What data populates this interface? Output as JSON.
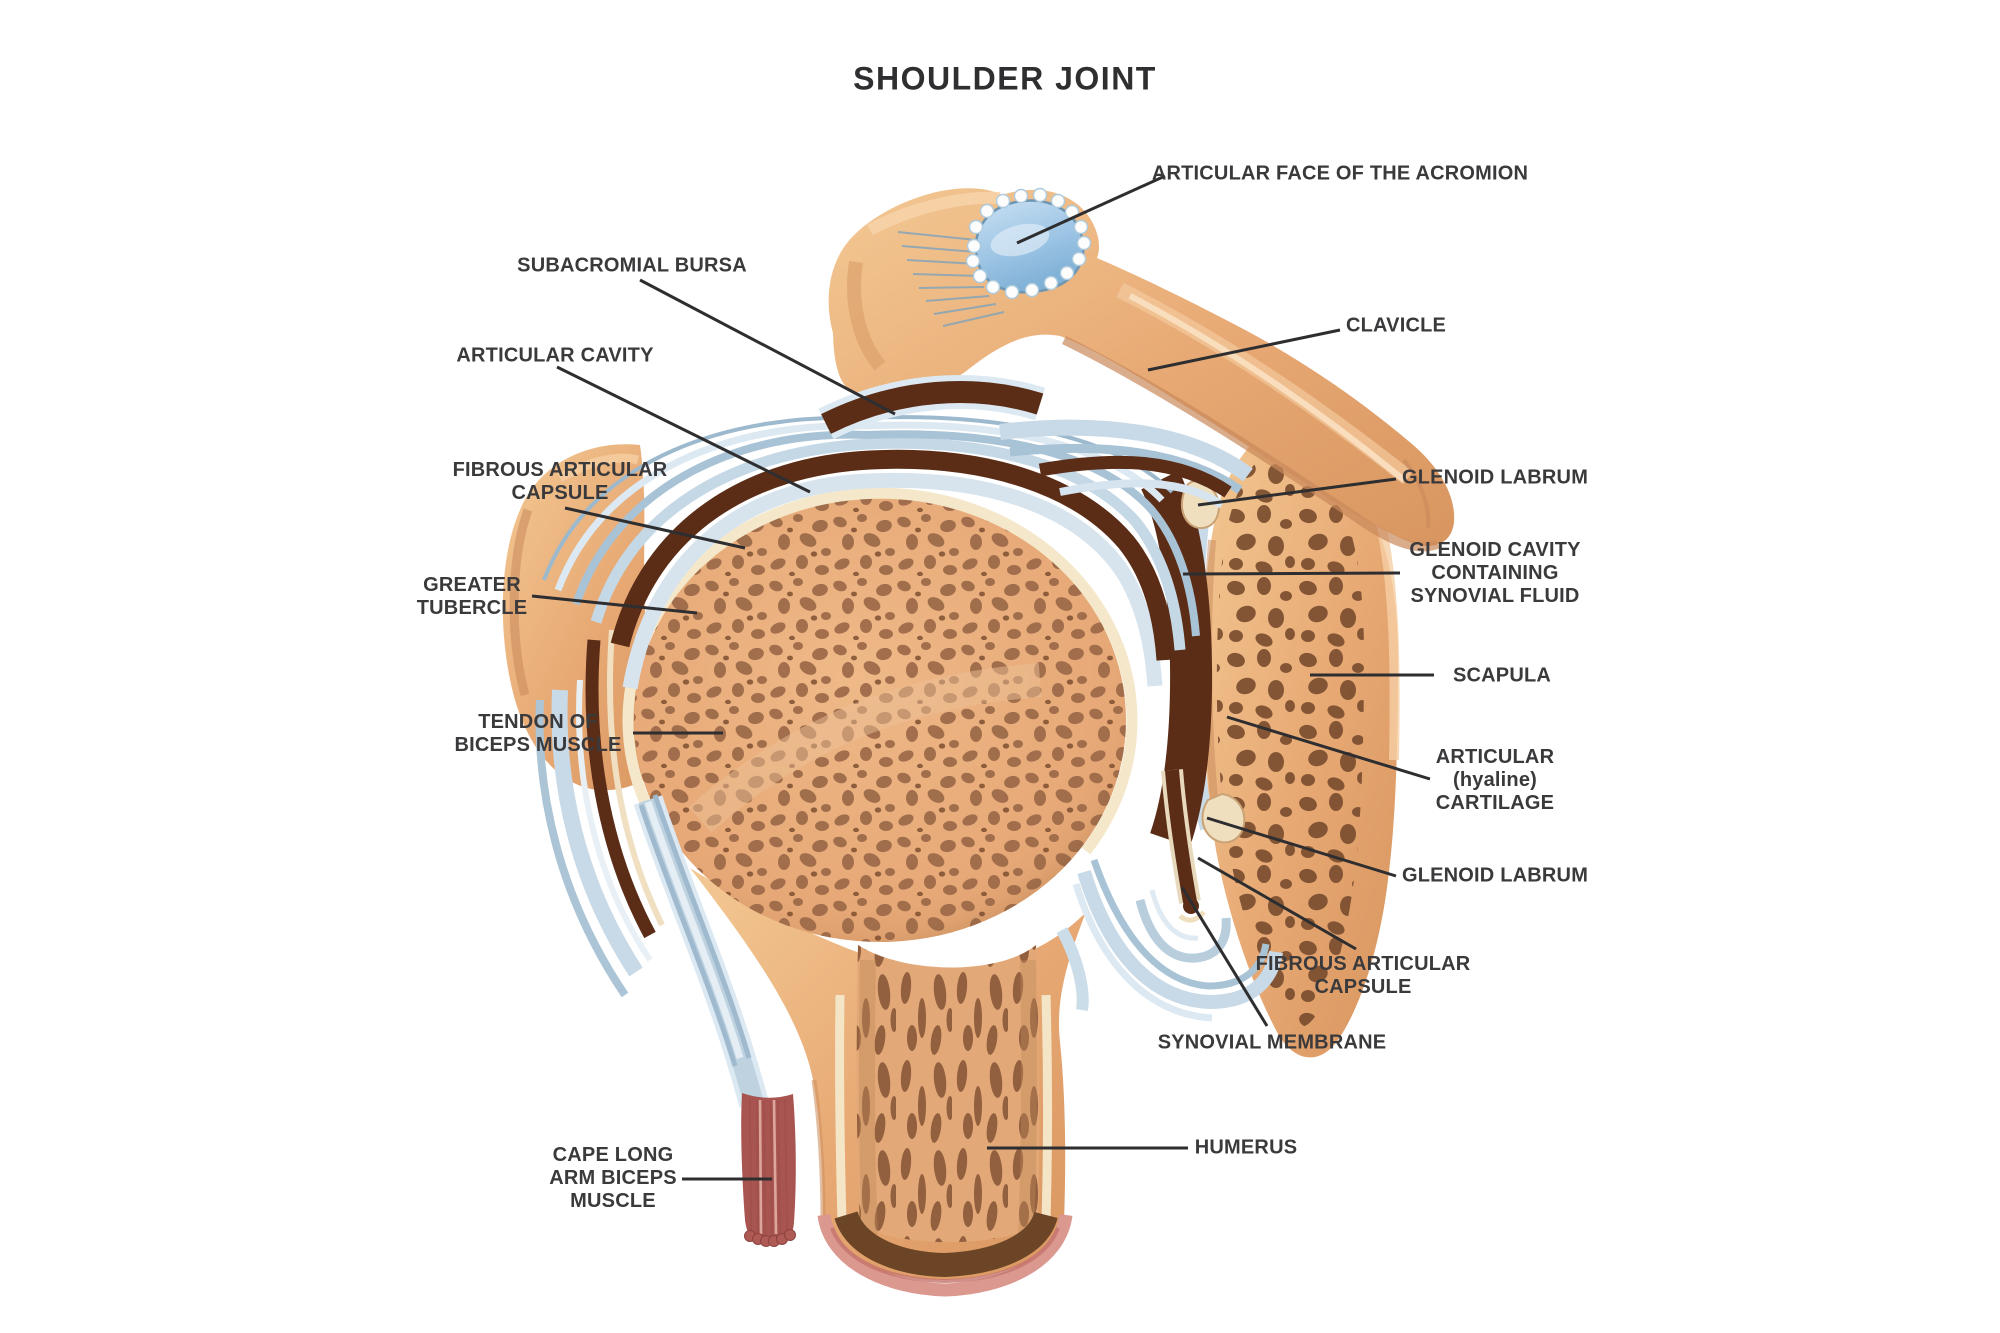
{
  "title": "SHOULDER JOINT",
  "labels": [
    {
      "id": "subacromial-bursa",
      "text": "SUBACROMIAL BURSA"
    },
    {
      "id": "articular-cavity",
      "text": "ARTICULAR CAVITY"
    },
    {
      "id": "fibrous-articular-capsule-left",
      "text": "FIBROUS ARTICULAR\nCAPSULE"
    },
    {
      "id": "greater-tubercle",
      "text": "GREATER\nTUBERCLE"
    },
    {
      "id": "tendon-of-biceps-muscle",
      "text": "TENDON OF\nBICEPS MUSCLE"
    },
    {
      "id": "cape-long-arm-biceps-muscle",
      "text": "CAPE LONG\nARM BICEPS\nMUSCLE"
    },
    {
      "id": "articular-face-of-the-acromion",
      "text": "ARTICULAR FACE OF THE ACROMION"
    },
    {
      "id": "clavicle",
      "text": "CLAVICLE"
    },
    {
      "id": "glenoid-labrum-upper",
      "text": "GLENOID LABRUM"
    },
    {
      "id": "glenoid-cavity",
      "text": "GLENOID CAVITY\nCONTAINING\nSYNOVIAL FLUID"
    },
    {
      "id": "scapula",
      "text": "SCAPULA"
    },
    {
      "id": "articular-hyaline-cartilage",
      "text": "ARTICULAR\n(hyaline)\nCARTILAGE"
    },
    {
      "id": "glenoid-labrum-lower",
      "text": "GLENOID LABRUM"
    },
    {
      "id": "fibrous-articular-capsule-right",
      "text": "FIBROUS ARTICULAR\nCAPSULE"
    },
    {
      "id": "synovial-membrane",
      "text": "SYNOVIAL MEMBRANE"
    },
    {
      "id": "humerus",
      "text": "HUMERUS"
    }
  ],
  "palette": {
    "background": "#FFFFFF",
    "bone_light": "#F3C893",
    "bone": "#E7A873",
    "bone_shadow": "#C9895B",
    "cortical_cream": "#F3E5C6",
    "spongy_brown": "#9B6847",
    "cavity_brown": "#5B2D17",
    "capsule_blue": "#C8DAE7",
    "capsule_blue_dark": "#A9C3D6",
    "cartilage_blue": "#D7E4EE",
    "acromion_facet_blue": "#A9CDE9",
    "muscle_red": "#B4625D",
    "leader_line": "#2E2E30",
    "label_text": "#3A3A3C"
  }
}
